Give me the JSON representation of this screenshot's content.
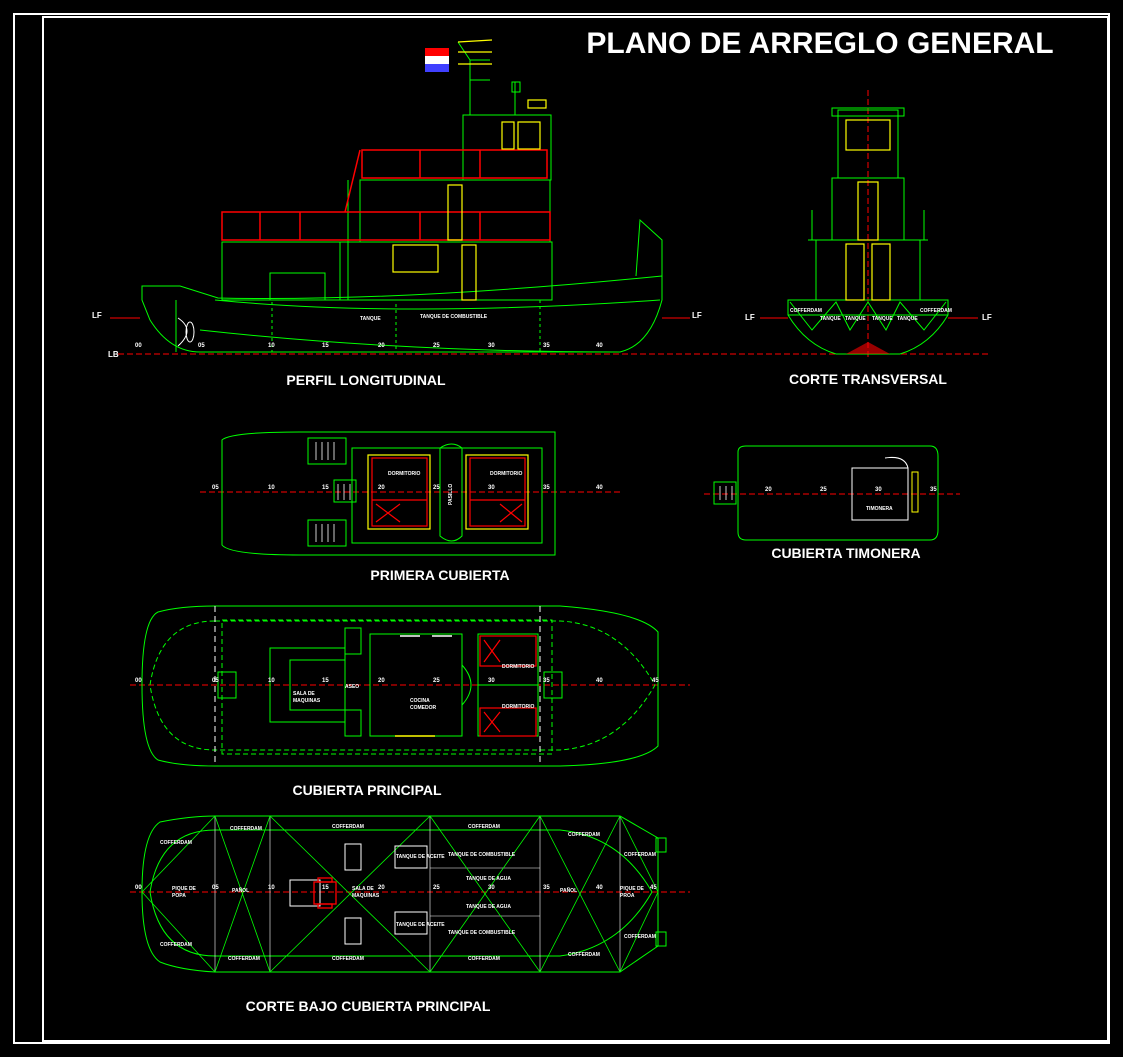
{
  "title": "PLANO DE ARREGLO GENERAL",
  "views": {
    "profile": "PERFIL LONGITUDINAL",
    "transverse": "CORTE TRANSVERSAL",
    "first_deck": "PRIMERA CUBIERTA",
    "wheelhouse": "CUBIERTA TIMONERA",
    "main_deck": "CUBIERTA PRINCIPAL",
    "below_deck": "CORTE BAJO CUBIERTA PRINCIPAL"
  },
  "markers": {
    "lf": "LF",
    "lb": "LB"
  },
  "frames": [
    "00",
    "05",
    "10",
    "15",
    "20",
    "25",
    "30",
    "35",
    "40",
    "45"
  ],
  "rooms": {
    "dormitorio": "DORMITORIO",
    "pasillo": "PASILLO",
    "timonera": "TIMONERA",
    "sala_maquinas_a": "SALA DE",
    "sala_maquinas_b": "MAQUINAS",
    "cocina_a": "COCINA",
    "cocina_b": "COMEDOR",
    "aseo": "ASEO",
    "pique_popa_a": "PIQUE DE",
    "pique_popa_b": "POPA",
    "pique_proa_a": "PIQUE DE",
    "pique_proa_b": "PROA",
    "panol": "PAÑOL",
    "cofferdam": "COFFERDAM",
    "tanque_comb": "TANQUE DE COMBUSTIBLE",
    "tanque_agua": "TANQUE DE AGUA",
    "tanque_aceite": "TANQUE DE ACEITE",
    "tanque_small": "TANQUE"
  },
  "colors": {
    "hull": "#00ff00",
    "rail": "#ff0000",
    "accent": "#ffff00",
    "text": "#ffffff",
    "border": "#ffffff"
  }
}
